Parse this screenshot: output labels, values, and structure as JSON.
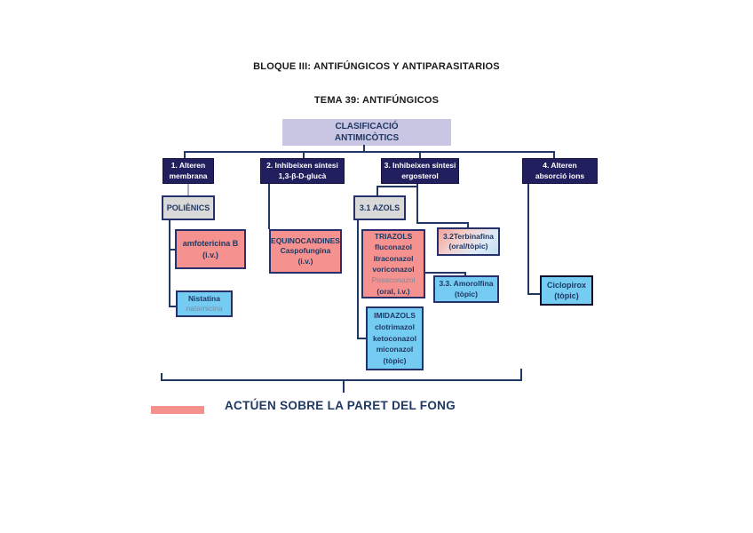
{
  "page": {
    "title1": "BLOQUE III: ANTIFÚNGICOS Y ANTIPARASITARIOS",
    "title2": "TEMA 39: ANTIFÚNGICOS"
  },
  "diagram": {
    "root": {
      "l1": "CLASIFICACIÓ",
      "l2": "ANTIMICÒTICS"
    },
    "b1": {
      "l1": "1. Alteren",
      "l2": "membrana"
    },
    "b2": {
      "l1": "2. Inhibeixen síntesi",
      "l2": "1,3-β-D-glucà"
    },
    "b3": {
      "l1": "3. Inhibeixen síntesi",
      "l2": "ergosterol"
    },
    "b4": {
      "l1": "4. Alteren",
      "l2": "absorció ions"
    },
    "polienics": {
      "l1": "POLIÈNICS"
    },
    "amfotericina": {
      "l1": "amfotericina B",
      "l2": "(i.v.)"
    },
    "nistatina": {
      "l1": "Nistatina",
      "l2": "natamicina"
    },
    "equinocandines": {
      "l1": "EQUINOCANDINES",
      "l2": "Caspofungina",
      "l3": "(i.v.)"
    },
    "azols": {
      "l1": "3.1 AZOLS"
    },
    "triazols": {
      "l1": "TRIAZOLS",
      "l2": "fluconazol",
      "l3": "itraconazol",
      "l4": "voriconazol",
      "l5": "Posaconazol",
      "l6": "(oral, i.v.)"
    },
    "terbinafina": {
      "l1": "3.2Terbinafina",
      "l2": "(oral/tòpic)"
    },
    "amorolfina": {
      "l1": "3.3. Amorolfina",
      "l2": "(tòpic)"
    },
    "imidazols": {
      "l1": "IMIDAZOLS",
      "l2": "clotrimazol",
      "l3": "ketoconazol",
      "l4": "miconazol",
      "l5": "(tòpic)"
    },
    "ciclopirox": {
      "l1": "Ciclopirox",
      "l2": "(tòpic)"
    }
  },
  "footer": {
    "caption": "ACTÚEN SOBRE LA PARET  DEL FONG"
  },
  "colors": {
    "navy_box": "#221f5e",
    "salmon": "#f5928f",
    "light_blue": "#74ccf3",
    "lavender": "#c8c6e3",
    "gray_box": "#d9d9d9",
    "text_navy": "#1f3864",
    "muted_text": "#7d8aa0",
    "connector": "#1f3864",
    "legend_swatch": "#f5918c"
  }
}
